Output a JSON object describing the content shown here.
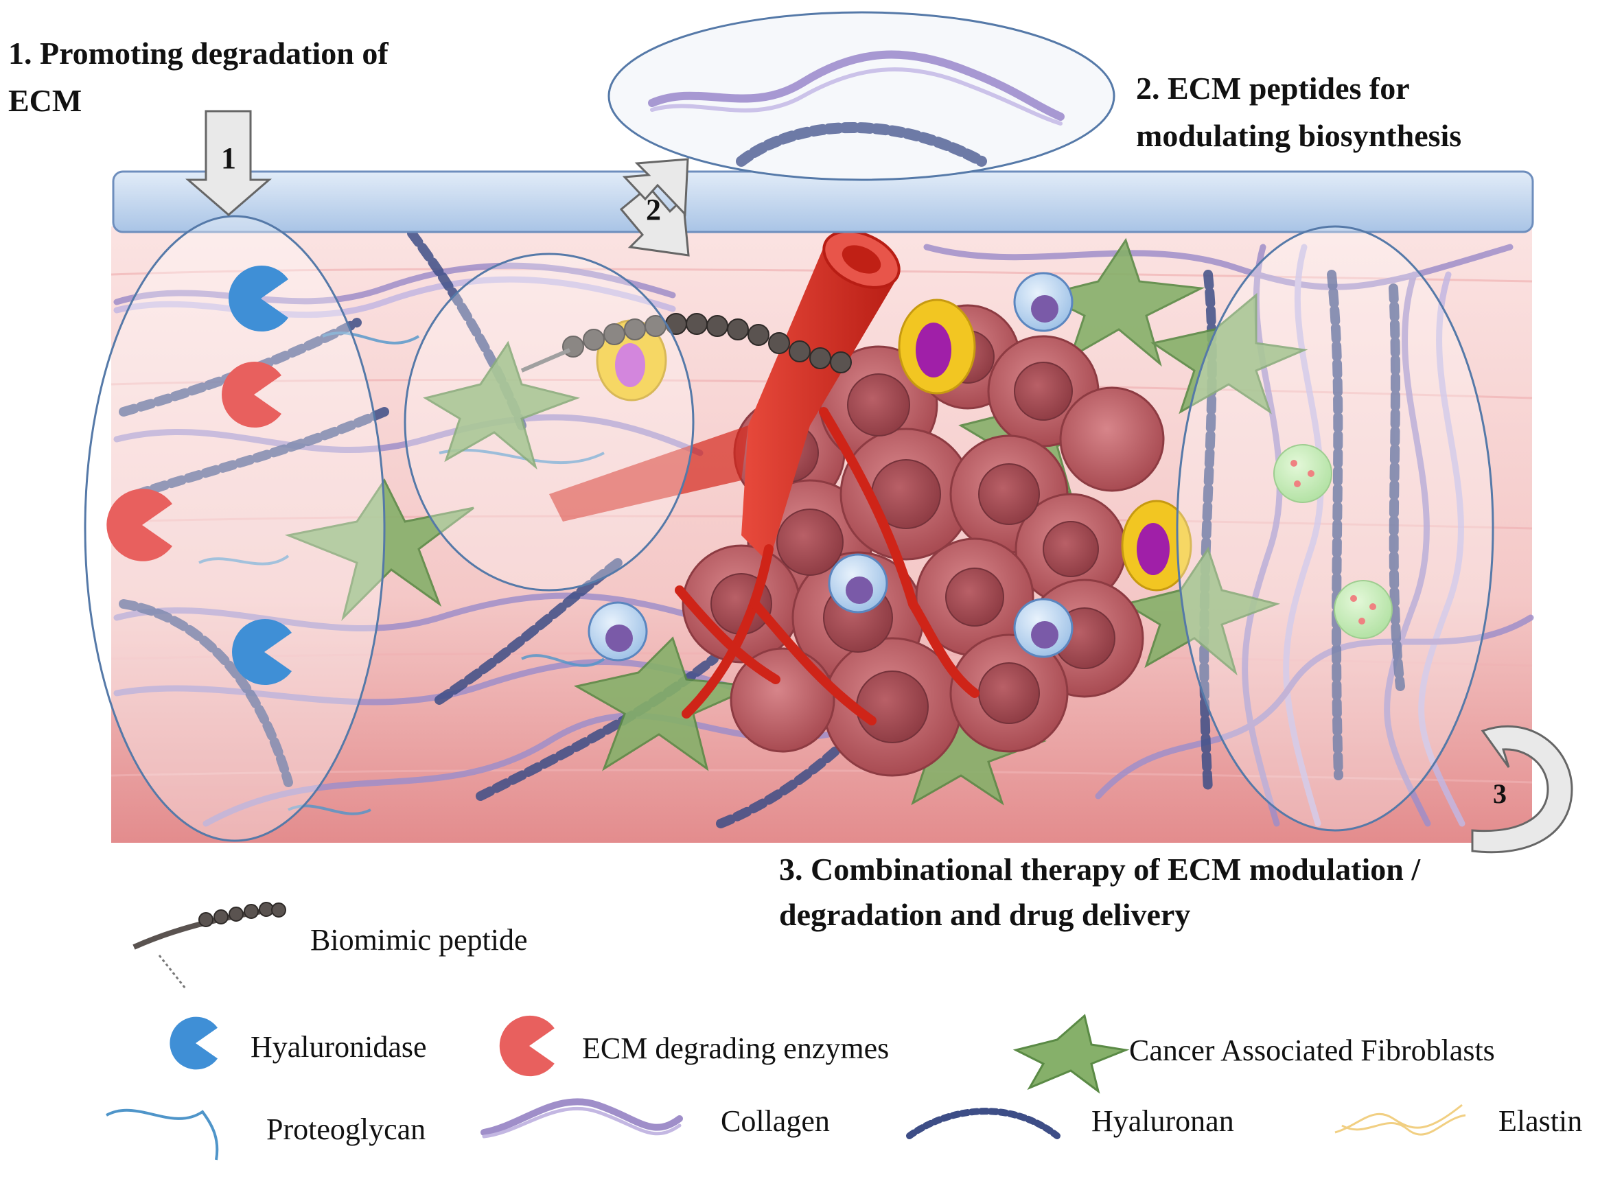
{
  "captions": {
    "c1_line1": "1. Promoting degradation of",
    "c1_line2": "ECM",
    "c2_line1": "2. ECM peptides for",
    "c2_line2": "modulating biosynthesis",
    "c3_line1": "3. Combinational therapy of ECM modulation /",
    "c3_line2": "degradation and drug delivery"
  },
  "arrows": {
    "a1": "1",
    "a2": "2",
    "a3": "3"
  },
  "legend": {
    "biomimic": "Biomimic  peptide",
    "hyaluronidase": "Hyaluronidase",
    "ecm_enzymes": "ECM degrading enzymes",
    "caf": "Cancer Associated Fibroblasts",
    "proteoglycan": "Proteoglycan",
    "collagen": "Collagen",
    "hyaluronan": "Hyaluronan",
    "elastin": "Elastin"
  },
  "colors": {
    "tissue": "#f3c9c8",
    "membrane": "#c7d9ef",
    "hyaluronidase": "#3f8fd6",
    "ecm_enzyme": "#e8605e",
    "fibroblast": "#86b06a",
    "vessel": "#d42a1e",
    "collagen": "#9f8ec9",
    "hyaluronan": "#3d4d86",
    "tumor": "#b9595e"
  }
}
